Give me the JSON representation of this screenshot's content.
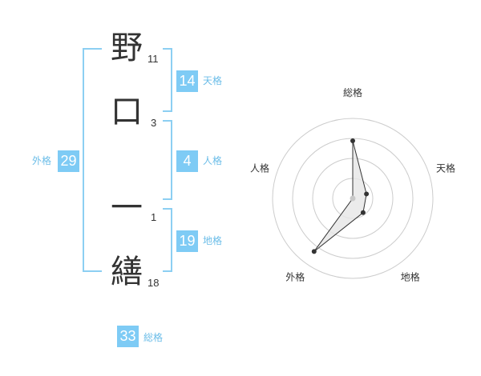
{
  "name": {
    "chars": [
      {
        "char": "野",
        "strokes": "11"
      },
      {
        "char": "口",
        "strokes": "3"
      },
      {
        "char": "一",
        "strokes": "1"
      },
      {
        "char": "繕",
        "strokes": "18"
      }
    ]
  },
  "fortunes": {
    "tenkaku": {
      "label": "天格",
      "value": "14"
    },
    "jinkaku": {
      "label": "人格",
      "value": "4"
    },
    "chikaku": {
      "label": "地格",
      "value": "19"
    },
    "gaikaku": {
      "label": "外格",
      "value": "29"
    },
    "soukaku": {
      "label": "総格",
      "value": "33"
    }
  },
  "chart_data": {
    "type": "radar",
    "axes": [
      "総格",
      "天格",
      "地格",
      "外格",
      "人格"
    ],
    "values": [
      0.72,
      0.18,
      0.22,
      0.82,
      0.0
    ],
    "rings": 4,
    "colors": {
      "ring": "#cccccc",
      "fill": "#e6e6e6",
      "line": "#333333",
      "point": "#333333",
      "center": "#c8c8c8"
    }
  }
}
